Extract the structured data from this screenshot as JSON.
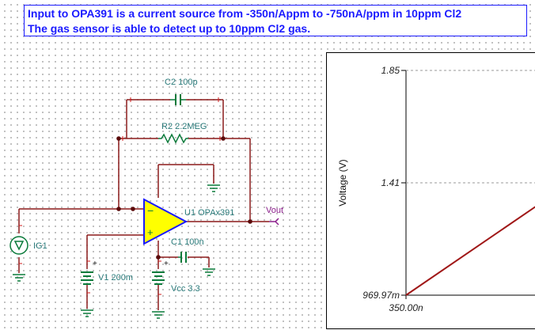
{
  "banner": {
    "line1": "Input to OPA391 is a current source from -350n/Appm to -750nA/ppm in 10ppm Cl2",
    "line2": "The gas sensor is able to detect up to 10ppm Cl2 gas."
  },
  "schematic": {
    "c2_label": "C2 100p",
    "r2_label": "R2 2.2MEG",
    "u1_label": "U1 OPAx391",
    "vout_label": "Vout",
    "c1_label": "C1 100n",
    "ig1_label": "IG1",
    "v1_label": "V1 200m",
    "vcc_label": "Vcc 3.3",
    "colors": {
      "wire": "#8b1a1a",
      "component": "#0a7a3a",
      "opamp_fill": "#ffff00",
      "opamp_border": "#1a1aff"
    }
  },
  "chart_data": {
    "type": "line",
    "ylabel": "Voltage (V)",
    "y_tick_labels": [
      "1.85",
      "1.41",
      "969.97m"
    ],
    "y_ticks": [
      1.85,
      1.41,
      0.96997
    ],
    "ylim": [
      0.96997,
      1.85
    ],
    "x_tick_labels": [
      "350.00n"
    ],
    "x_ticks": [
      3.5e-07
    ],
    "x_visible_max": 4.3e-07,
    "grid": true,
    "series": [
      {
        "x": [
          3.5e-07,
          4.3e-07
        ],
        "y": [
          0.96997,
          1.33
        ],
        "color": "#a01818"
      }
    ]
  }
}
